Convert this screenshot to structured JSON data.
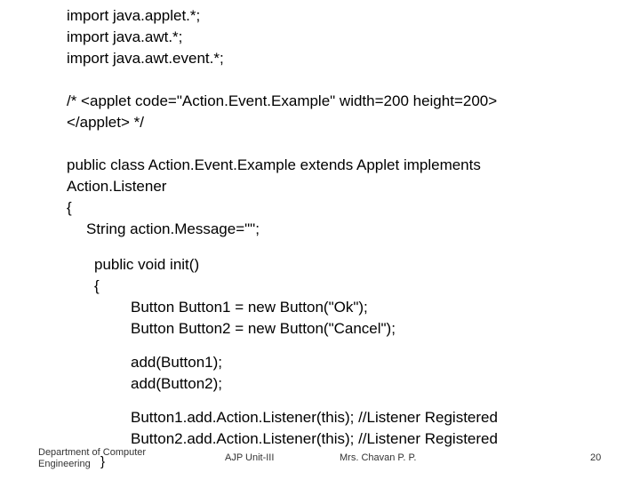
{
  "slide": {
    "code_lines": [
      "import java.applet.*;",
      "import java.awt.*;",
      "import java.awt.event.*;",
      "/* <applet code=\"Action.Event.Example\" width=200 height=200>",
      "</applet> */",
      "public class Action.Event.Example extends Applet implements",
      "Action.Listener",
      "{",
      "String action.Message=\"\";",
      "public void init()",
      "{",
      "Button Button1 = new Button(\"Ok\");",
      "Button Button2 = new Button(\"Cancel\");",
      "add(Button1);",
      "add(Button2);",
      "Button1.add.Action.Listener(this); //Listener Registered",
      "Button2.add.Action.Listener(this); //Listener Registered"
    ]
  },
  "footer": {
    "department_line1": "Department of Computer",
    "department_line2": "Engineering",
    "brace": "}",
    "course": "AJP Unit-III",
    "author": "Mrs. Chavan P. P.",
    "page_number": "20"
  }
}
